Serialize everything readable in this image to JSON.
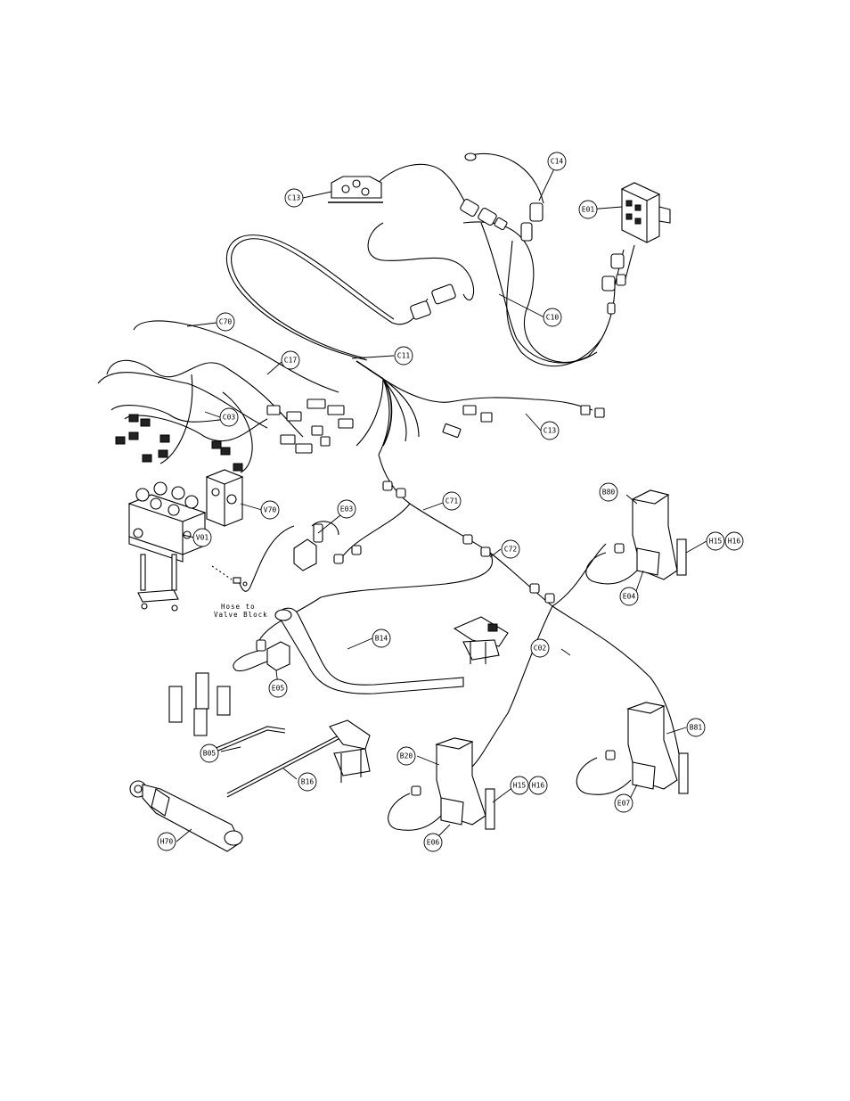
{
  "callouts": {
    "c13a": "C13",
    "c14": "C14",
    "e01": "E01",
    "c10": "C10",
    "c70": "C70",
    "c11": "C11",
    "c17": "C17",
    "c03": "C03",
    "c13b": "C13",
    "v70": "V70",
    "v01": "V01",
    "e03": "E03",
    "c71": "C71",
    "c72": "C72",
    "b80": "B80",
    "h15a": "H15",
    "h16a": "H16",
    "e04": "E04",
    "b14": "B14",
    "c02": "C02",
    "e05": "E05",
    "b05": "B05",
    "b16": "B16",
    "b20": "B20",
    "h15b": "H15",
    "h16b": "H16",
    "b81": "B81",
    "e06": "E06",
    "e07": "E07",
    "h70": "H70"
  },
  "note": {
    "line1": "Hose to",
    "line2": "Valve Block"
  }
}
